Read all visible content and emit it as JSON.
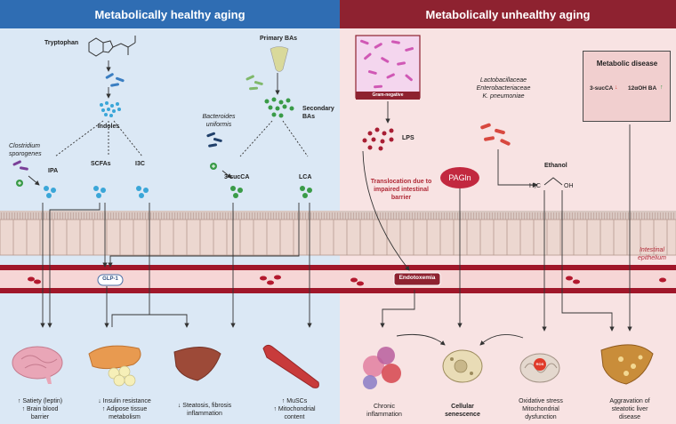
{
  "headers": {
    "left": "Metabolically healthy aging",
    "right": "Metabolically unhealthy aging"
  },
  "left": {
    "tryptophan": "Tryptophan",
    "indoles": "Indoles",
    "primary_bas": "Primary BAs",
    "secondary_bas": "Secondary BAs",
    "clostridium": "Clostridium sporogenes",
    "bacteroides": "Bacteroides uniformis",
    "ipa": "IPA",
    "scfas": "SCFAs",
    "i3c": "I3C",
    "sucCA": "3-sucCA",
    "lca": "LCA",
    "glp1": "GLP-1",
    "outcomes": [
      {
        "l1": "↑ Satiety (leptin)",
        "l2": "↑ Brain blood",
        "l3": "barrier"
      },
      {
        "l1": "↓ Insulin resistance",
        "l2": "↑ Adipose tissue",
        "l3": "metabolism"
      },
      {
        "l1": "↓ Steatosis, fibrosis",
        "l2": "inflammation",
        "l3": ""
      },
      {
        "l1": "↑ MuSCs",
        "l2": "↑ Mitochondrial",
        "l3": "content"
      }
    ]
  },
  "right": {
    "gram_negative": "Gram-negative",
    "lps": "LPS",
    "translocation": "Translocation due to impaired intestinal barrier",
    "pagln": "PAGln",
    "bacteria": [
      "Lactobacillaceae",
      "Enterobacteriaceae",
      "K. pneumoniae"
    ],
    "ethanol": "Ethanol",
    "ethanol_formula_left": "H₃C",
    "ethanol_formula_right": "OH",
    "metabolic_disease": "Metabolic disease",
    "md_sucCA": "3-sucCA",
    "md_12a": "12αOH BA",
    "intestinal_epithelium": "Intestinal epithelium",
    "endotoxemia": "Endotoxemia",
    "ros": "ROS",
    "outcomes": [
      {
        "l1": "Chronic",
        "l2": "inflammation"
      },
      {
        "l1": "Cellular",
        "l2": "senescence"
      },
      {
        "l1": "Oxidative stress",
        "l2": "Mitochondrial",
        "l3": "dysfunction"
      },
      {
        "l1": "Aggravation of",
        "l2": "steatotic liver",
        "l3": "disease"
      }
    ]
  },
  "colors": {
    "blue_header": "#2f6db3",
    "red_header": "#8e2230",
    "left_bg": "#dbe8f5",
    "right_bg": "#f8e3e3"
  }
}
